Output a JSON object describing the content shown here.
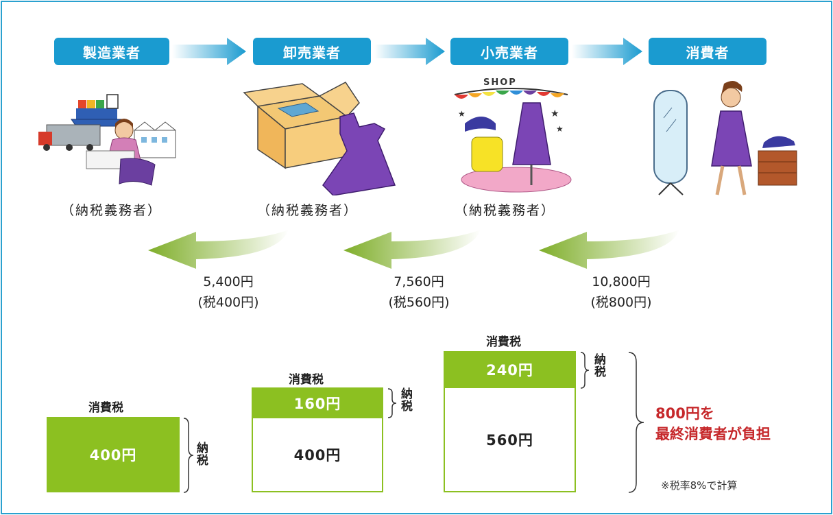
{
  "flow": {
    "stages": [
      "製造業者",
      "卸売業者",
      "小売業者",
      "消費者"
    ],
    "role_label": "（納税義務者）",
    "shop_sign": "SHOP"
  },
  "payments": [
    {
      "amount": "5,400円",
      "tax": "(税400円)"
    },
    {
      "amount": "7,560円",
      "tax": "(税560円)"
    },
    {
      "amount": "10,800円",
      "tax": "(税800円)"
    }
  ],
  "tax_boxes": {
    "label": "消費税",
    "payment_note": "納税",
    "manufacturer": {
      "paid": "400円"
    },
    "wholesaler": {
      "paid": "160円",
      "carried": "400円"
    },
    "retailer": {
      "paid": "240円",
      "carried": "560円"
    }
  },
  "summary": {
    "line1": "800円を",
    "line2": "最終消費者が負担",
    "footnote": "※税率8%で計算"
  },
  "colors": {
    "stage_blue": "#1a9bd0",
    "tax_green": "#8cc021",
    "arrow_green": "#7fae2a",
    "burden_red": "#c6282b"
  }
}
